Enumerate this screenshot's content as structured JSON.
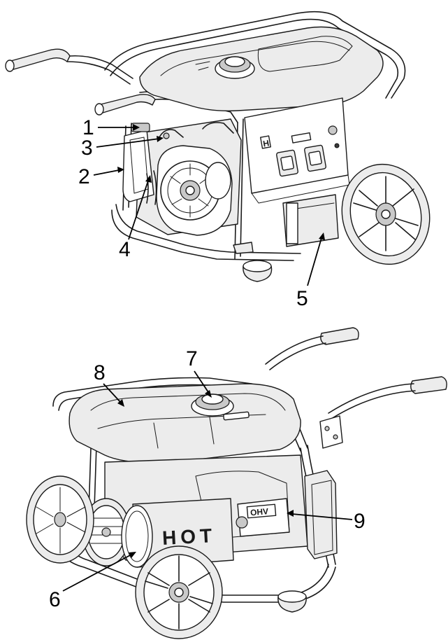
{
  "figure": {
    "top_view": {
      "callouts": [
        {
          "id": "c1",
          "number": "1"
        },
        {
          "id": "c2",
          "number": "2"
        },
        {
          "id": "c3",
          "number": "3"
        },
        {
          "id": "c4",
          "number": "4"
        },
        {
          "id": "c5",
          "number": "5"
        }
      ]
    },
    "bottom_view": {
      "callouts": [
        {
          "id": "c6",
          "number": "6"
        },
        {
          "id": "c7",
          "number": "7"
        },
        {
          "id": "c8",
          "number": "8"
        },
        {
          "id": "c9",
          "number": "9"
        }
      ],
      "hot_label": "HOT",
      "ohv_label": "OHV"
    }
  }
}
